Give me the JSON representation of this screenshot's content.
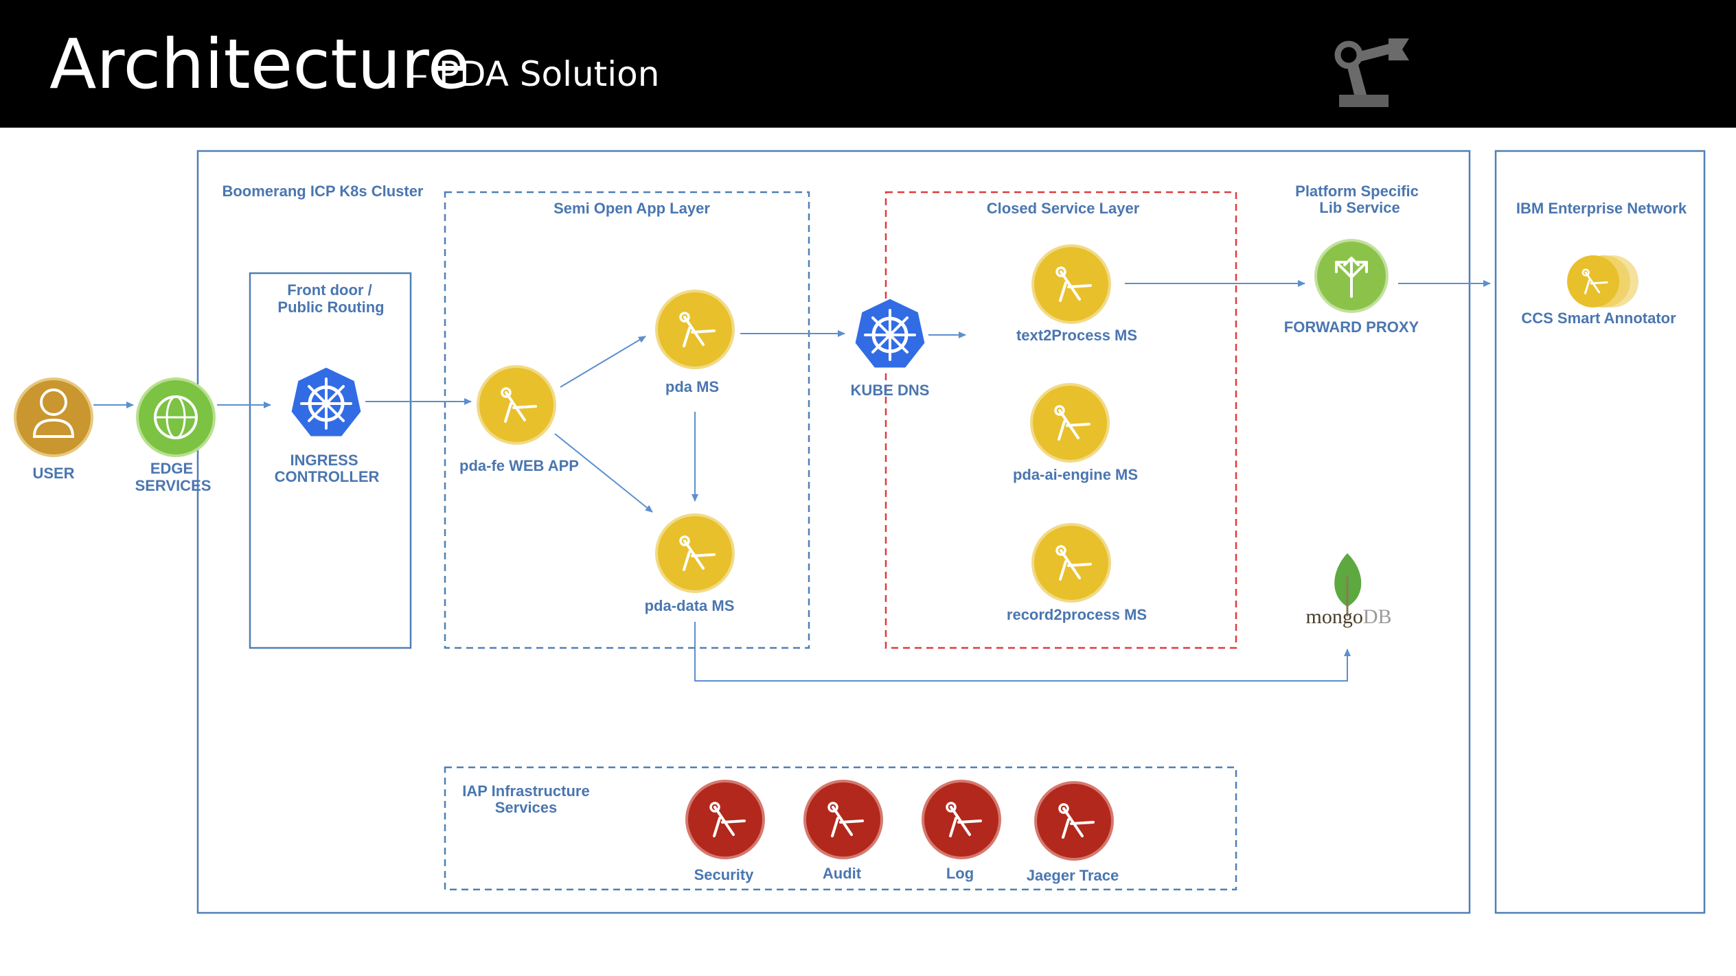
{
  "header": {
    "title": "Architecture",
    "subtitle": "– PDA Solution",
    "logo_icon": "robot-arm-icon"
  },
  "zones": {
    "cluster": "Boomerang ICP K8s Cluster",
    "front_door_line1": "Front door /",
    "front_door_line2": "Public Routing",
    "semi_open": "Semi Open App Layer",
    "closed": "Closed Service Layer",
    "platform_line1": "Platform Specific",
    "platform_line2": "Lib Service",
    "ibm_network": "IBM Enterprise Network",
    "iap_line1": "IAP Infrastructure",
    "iap_line2": "Services"
  },
  "nodes": {
    "user": "USER",
    "edge_line1": "EDGE",
    "edge_line2": "SERVICES",
    "ingress_line1": "INGRESS",
    "ingress_line2": "CONTROLLER",
    "pda_fe": "pda-fe WEB APP",
    "pda_ms": "pda MS",
    "pda_data": "pda-data MS",
    "kube_dns": "KUBE DNS",
    "text2process": "text2Process MS",
    "pda_ai_engine": "pda-ai-engine MS",
    "record2process": "record2process MS",
    "forward_proxy": "FORWARD PROXY",
    "ccs_annotator": "CCS Smart Annotator",
    "mongo_a": "mongo",
    "mongo_b": "DB"
  },
  "iap_services": [
    "Security",
    "Audit",
    "Log",
    "Jaeger Trace"
  ],
  "colors": {
    "header_bg": "#000000",
    "label_blue": "#4a76b0",
    "border_blue": "#4f7fb5",
    "closed_border_red": "#e03a3a",
    "microservice_yellow": "#e8c02c",
    "infra_red": "#b3281c",
    "kubernetes_blue": "#326ce5",
    "proxy_green": "#8bc34a",
    "edge_green": "#7cc243",
    "user_gold": "#c9962f",
    "mongo_leaf": "#5da83f"
  }
}
